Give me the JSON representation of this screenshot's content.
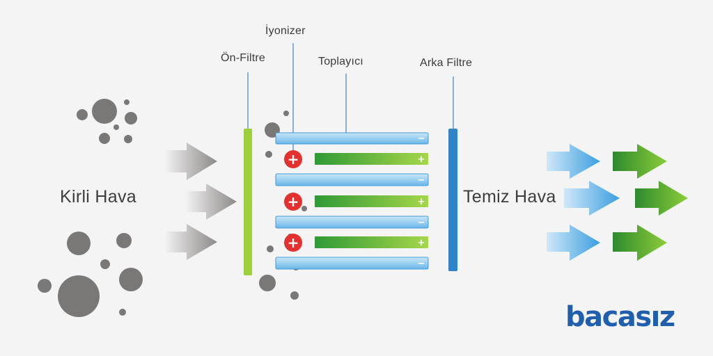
{
  "labels": {
    "pre_filter": "Ön-Filtre",
    "ionizer": "İyonizer",
    "collector": "Toplayıcı",
    "back_filter": "Arka Filtre",
    "dirty_air": "Kirli Hava",
    "clean_air": "Temiz Hava"
  },
  "signs": {
    "negative": "−",
    "positive": "+"
  },
  "brand": {
    "name": "bacasız"
  },
  "colors": {
    "particle": "#7a7777",
    "pre_filter": "#9ccf3c",
    "collector_plate": "#8fcaf0",
    "collector_edge": "#3f9ad8",
    "positive_plate": "#5cb531",
    "ionizer": "#e2312f",
    "back_filter": "#2f84c9",
    "brand": "#1f5fae"
  }
}
